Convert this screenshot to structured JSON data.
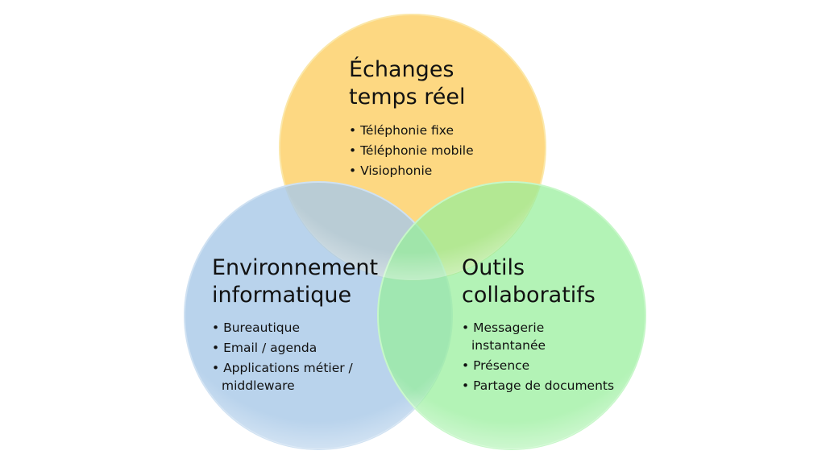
{
  "circles": [
    {
      "title_line1": "Échanges",
      "title_line2": "temps réel",
      "items": [
        "Téléphonie fixe",
        "Téléphonie mobile",
        "Visiophonie"
      ],
      "color": "#FDD882"
    },
    {
      "title_line1": "Environnement",
      "title_line2": "informatique",
      "items": [
        "Bureautique",
        "Email / agenda",
        "Applications métier / middleware"
      ],
      "color": "#A9C9E8"
    },
    {
      "title_line1": "Outils",
      "title_line2": "collaboratifs",
      "items": [
        "Messagerie instantanée",
        "Présence",
        "Partage de documents"
      ],
      "color": "#96EE9A"
    }
  ]
}
